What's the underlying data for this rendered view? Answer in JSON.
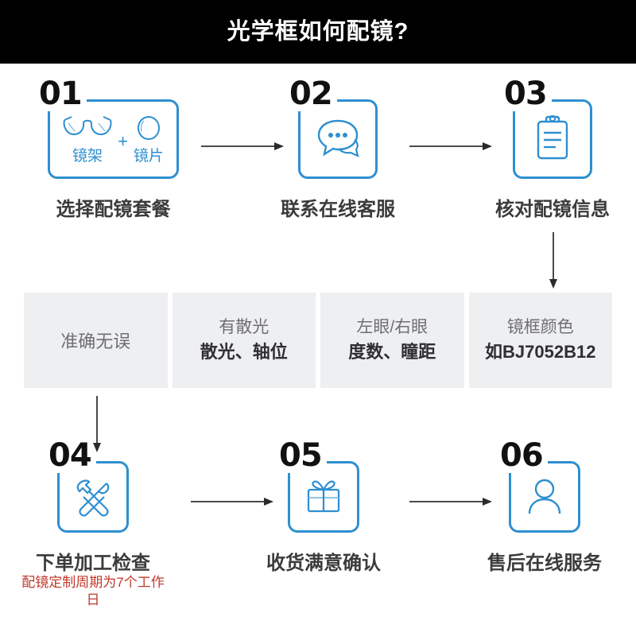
{
  "header": {
    "title": "光学框如何配镜?"
  },
  "theme": {
    "header_bg": "#000000",
    "header_text": "#ffffff",
    "accent_blue": "#2e8fd0",
    "caption_gray": "#3b3b3b",
    "panel_gray": "#eeeff1",
    "note_red": "#c0392b",
    "arrow_gray": "#4a4a4a"
  },
  "steps": [
    {
      "number": "01",
      "caption": "选择配镜套餐",
      "icons": [
        "glasses-frame-icon",
        "lens-icon"
      ],
      "sub_labels": [
        "镜架",
        "镜片"
      ],
      "separator": "+",
      "note": ""
    },
    {
      "number": "02",
      "caption": "联系在线客服",
      "icons": [
        "chat-bubbles-icon"
      ],
      "sub_labels": [],
      "separator": "",
      "note": ""
    },
    {
      "number": "03",
      "caption": "核对配镜信息",
      "icons": [
        "clipboard-icon"
      ],
      "sub_labels": [],
      "separator": "",
      "note": ""
    },
    {
      "number": "04",
      "caption": "下单加工检查",
      "icons": [
        "hammer-wrench-icon"
      ],
      "sub_labels": [],
      "separator": "",
      "note": "配镜定制周期为7个工作日"
    },
    {
      "number": "05",
      "caption": "收货满意确认",
      "icons": [
        "gift-box-icon"
      ],
      "sub_labels": [],
      "separator": "",
      "note": ""
    },
    {
      "number": "06",
      "caption": "售后在线服务",
      "icons": [
        "user-person-icon"
      ],
      "sub_labels": [],
      "separator": "",
      "note": ""
    }
  ],
  "info_band": {
    "cells": [
      {
        "top": "",
        "bottom": "",
        "single": "准确无误"
      },
      {
        "top": "有散光",
        "bottom": "散光、轴位",
        "single": ""
      },
      {
        "top": "左眼/右眼",
        "bottom": "度数、瞳距",
        "single": ""
      },
      {
        "top": "镜框颜色",
        "bottom": "如BJ7052B12",
        "single": ""
      }
    ]
  }
}
